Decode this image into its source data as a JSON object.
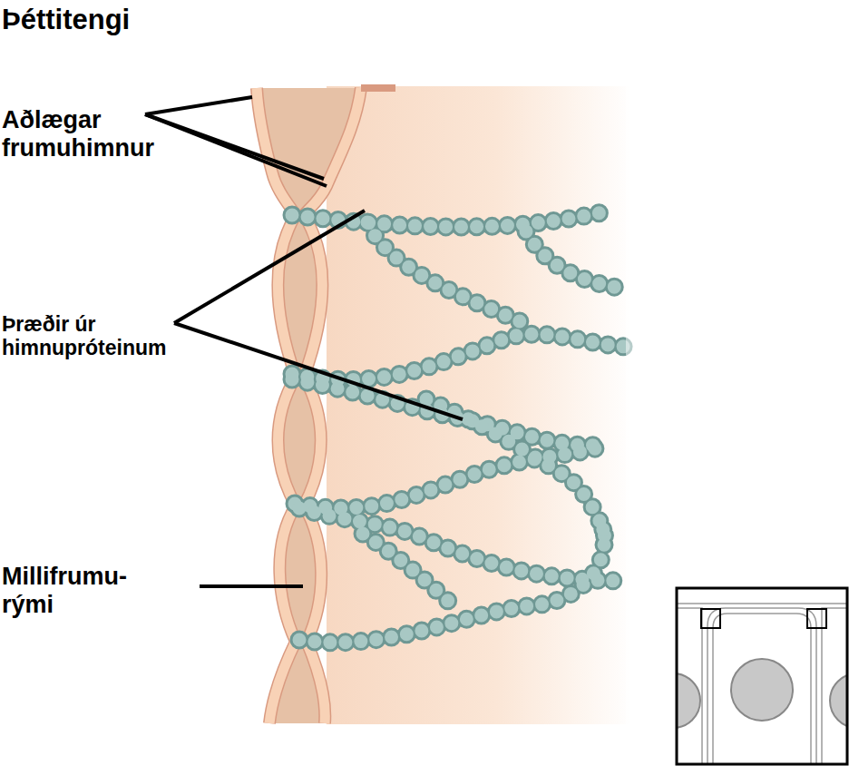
{
  "diagram": {
    "title": "Þéttitengi",
    "labels": [
      "Aðlægar frumuhimnur",
      "Þræðir úr himnupróteinum",
      "Millifrumu- rými"
    ]
  }
}
